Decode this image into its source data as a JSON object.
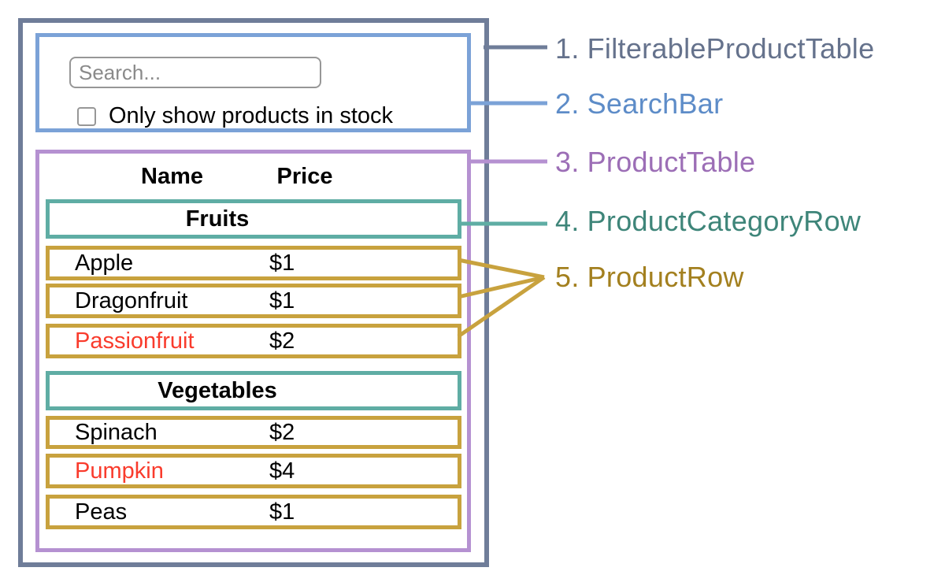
{
  "colors": {
    "filterable_product_table_border": "#6f7d99",
    "search_bar_border": "#7ba2d7",
    "product_table_border": "#b591d1",
    "product_category_row_border": "#5fada4",
    "product_row_border": "#c8a23e",
    "legend_text_1": "#65728c",
    "legend_text_2": "#5d8cc8",
    "legend_text_3": "#9c6eb6",
    "legend_text_4": "#3e8579",
    "legend_text_5": "#a3801f",
    "out_of_stock_red": "#f93b2c",
    "default_text": "#000000"
  },
  "search_bar": {
    "placeholder": "Search...",
    "checkbox_label": "Only show products in stock",
    "checkbox_checked": false
  },
  "product_table": {
    "name_header": "Name",
    "price_header": "Price",
    "sections": [
      {
        "category": "Fruits",
        "rows": [
          {
            "name": "Apple",
            "price": "$1",
            "name_color": "#000000"
          },
          {
            "name": "Dragonfruit",
            "price": "$1",
            "name_color": "#000000"
          },
          {
            "name": "Passionfruit",
            "price": "$2",
            "name_color": "#f93b2c"
          }
        ]
      },
      {
        "category": "Vegetables",
        "rows": [
          {
            "name": "Spinach",
            "price": "$2",
            "name_color": "#000000"
          },
          {
            "name": "Pumpkin",
            "price": "$4",
            "name_color": "#f93b2c"
          },
          {
            "name": "Peas",
            "price": "$1",
            "name_color": "#000000"
          }
        ]
      }
    ]
  },
  "legend": [
    {
      "number": "1.",
      "label": "FilterableProductTable"
    },
    {
      "number": "2.",
      "label": "SearchBar"
    },
    {
      "number": "3.",
      "label": "ProductTable"
    },
    {
      "number": "4.",
      "label": "ProductCategoryRow"
    },
    {
      "number": "5.",
      "label": "ProductRow"
    }
  ]
}
